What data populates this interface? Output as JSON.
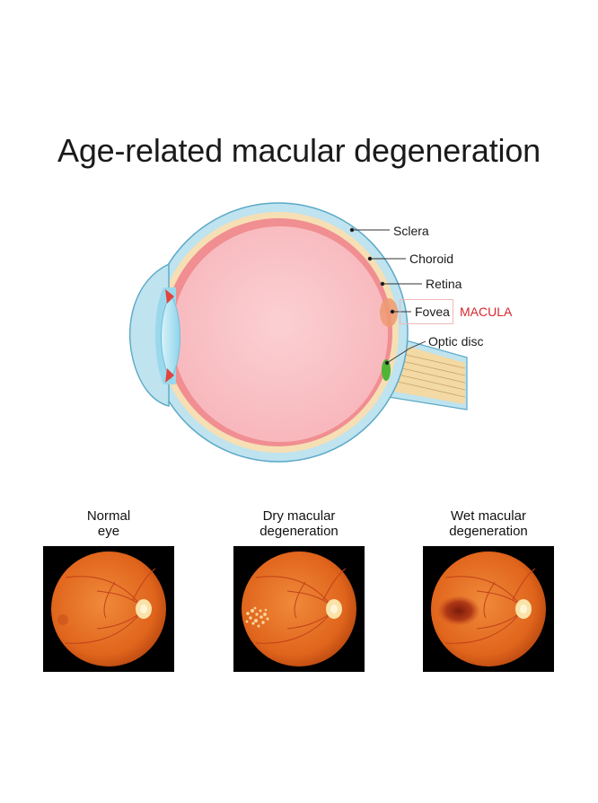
{
  "title": "Age-related macular degeneration",
  "labels": {
    "sclera": "Sclera",
    "choroid": "Choroid",
    "retina": "Retina",
    "fovea": "Fovea",
    "macula": "MACULA",
    "optic_disc": "Optic disc"
  },
  "panels": [
    {
      "line1": "Normal",
      "line2": "eye"
    },
    {
      "line1": "Dry macular",
      "line2": "degeneration"
    },
    {
      "line1": "Wet macular",
      "line2": "degeneration"
    }
  ],
  "colors": {
    "sclera": "#bfe3ef",
    "choroid": "#f6dfb4",
    "retina": "#f08e92",
    "vitreous": "#f9c3c6",
    "fundus": "#e0651c",
    "macula_text": "#d8262c"
  }
}
